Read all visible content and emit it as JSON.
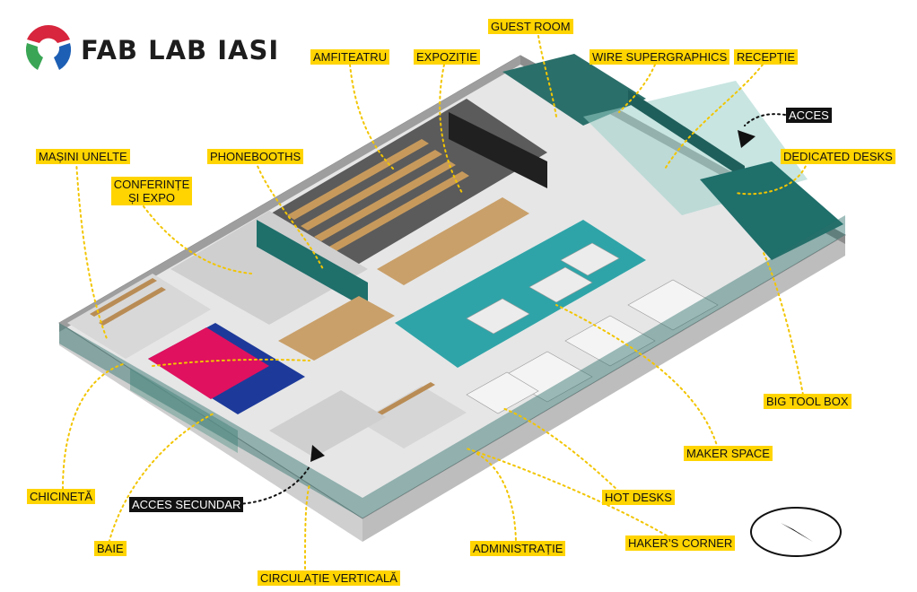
{
  "logo": {
    "title": "FAB LAB IASI",
    "mark": "fab-lab-logo"
  },
  "labels": {
    "guest_room": "GUEST ROOM",
    "amfiteatru": "AMFITEATRU",
    "expozitie": "EXPOZIȚIE",
    "wire_supergraphics": "WIRE SUPERGRAPHICS",
    "receptie": "RECEPȚIE",
    "acces": "ACCES",
    "masini_unelte": "MAȘINI UNELTE",
    "phonebooths": "PHONEBOOTHS",
    "dedicated_desks": "DEDICATED DESKS",
    "conferinte_line1": "CONFERINȚE",
    "conferinte_line2": "ȘI EXPO",
    "big_tool_box": "BIG TOOL BOX",
    "maker_space": "MAKER SPACE",
    "chicineta": "CHICINETĂ",
    "hot_desks": "HOT DESKS",
    "acces_secundar": "ACCES SECUNDAR",
    "baie": "BAIE",
    "administratie": "ADMINISTRAȚIE",
    "hakers_corner": "HAKER’S CORNER",
    "circulatie_verticala": "CIRCULAȚIE VERTICALĂ"
  },
  "colors": {
    "label_bg": "#ffd400",
    "leader": "#f2c500",
    "teal": "#1f6f6b",
    "turquoise": "#2fa4a8",
    "floor_grey": "#e3e3e3",
    "wall_grey": "#b9b9b9",
    "wood": "#c9a06a",
    "magenta": "#e0115f",
    "blue": "#1d3a9a",
    "dark": "#222222"
  },
  "icons": [
    "compass-icon",
    "entrance-arrow-icon",
    "secondary-entrance-arrow-icon"
  ]
}
